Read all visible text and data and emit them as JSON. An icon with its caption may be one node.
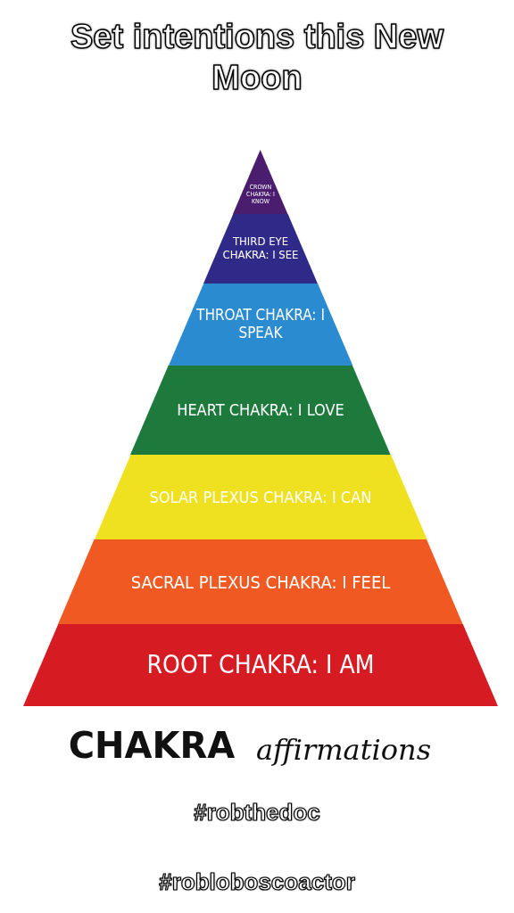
{
  "diagram": {
    "title": "Set intentions this New Moon",
    "nodes": [
      {
        "text": [
          "CROWN CHAKRA: I KNOW"
        ]
      },
      {
        "text": [
          "THIRD EYE CHAKRA: I SEE"
        ]
      },
      {
        "text": [
          "THROAT CHAKRA: I SPEAK"
        ]
      },
      {
        "text": [
          "HEART CHAKRA: I LOVE"
        ]
      },
      {
        "text": [
          "SOLAR PLEXUS CHAKRA: I CAN"
        ]
      },
      {
        "text": [
          "SACRAL PLEXUS CHAKRA: I FEEL"
        ]
      },
      {
        "text": [
          "ROOT CHAKRA: I AM"
        ]
      }
    ],
    "labels": [
      "CHAKRA",
      "affirmations",
      "#robthedoc",
      "#robloboscoactor"
    ]
  }
}
